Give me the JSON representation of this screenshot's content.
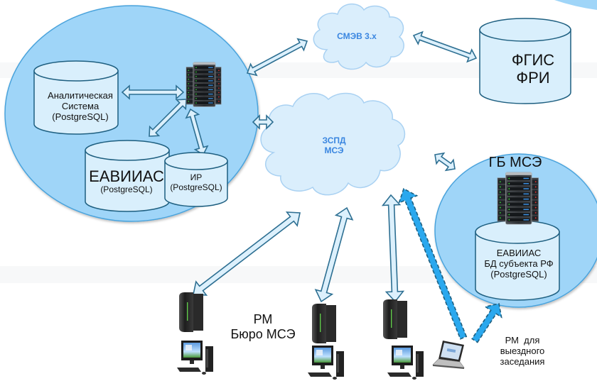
{
  "diagram": {
    "colors": {
      "zone_fill": "#9fd5f8",
      "zone_stroke": "#4aa3dc",
      "db_fill": "#d9effc",
      "db_stroke": "#1e5f80",
      "cloud_fill": "#daeefc",
      "cloud_stroke": "#a9d1f2",
      "cloud_text": "#3a86e0",
      "arrow_fill": "#dcf0fc",
      "arrow_stroke": "#2d6f92",
      "dashed_arrow_fill": "#2aa8ee"
    },
    "zones": {
      "federal": {
        "databases": {
          "analytics": {
            "line1": "Аналитическая",
            "line2": "Система",
            "line3": "(PostgreSQL)"
          },
          "eaviias": {
            "line1": "ЕАВИИАС",
            "line2": "(PostgreSQL)"
          },
          "ir": {
            "line1": "ИР",
            "line2": "(PostgreSQL)"
          }
        },
        "server_icon": "server-rack-icon"
      },
      "gb_mse": {
        "title": "ГБ МСЭ",
        "database": {
          "line1": "ЕАВИИАС",
          "line2": "БД субъекта РФ",
          "line3": "(PostgreSQL)"
        },
        "server_icon": "server-rack-icon"
      }
    },
    "clouds": {
      "smev": {
        "label": "СМЭВ 3.x"
      },
      "zspd": {
        "line1": "ЗСПД",
        "line2": "МСЭ"
      }
    },
    "external_db": {
      "line1": "ФГИС",
      "line2": "ФРИ"
    },
    "workstations": {
      "bureau_label": {
        "line1": "РМ",
        "line2": "Бюро МСЭ"
      },
      "mobile_label": {
        "line1": "РМ  для",
        "line2": "выездного",
        "line3": "заседания"
      },
      "icons": [
        "tower-pc-icon",
        "desktop-pc-icon",
        "laptop-icon"
      ]
    }
  }
}
